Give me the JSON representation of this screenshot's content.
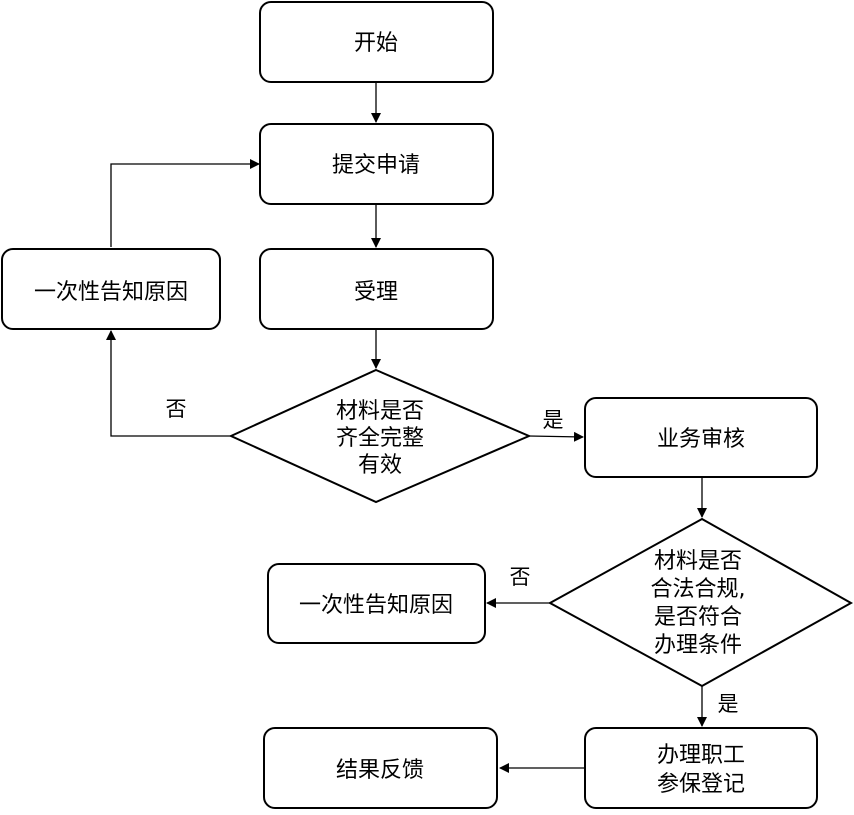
{
  "nodes": {
    "start": "开始",
    "submit": "提交申请",
    "notify_left": "一次性告知原因",
    "accept": "受理",
    "decision1": [
      "材料是否",
      "齐全完整",
      "有效"
    ],
    "review": "业务审核",
    "decision2": [
      "材料是否",
      "合法合规,",
      "是否符合",
      "办理条件"
    ],
    "notify_mid": "一次性告知原因",
    "register": [
      "办理职工",
      "参保登记"
    ],
    "result": "结果反馈"
  },
  "edges": {
    "no1": "否",
    "yes1": "是",
    "no2": "否",
    "yes2": "是"
  }
}
